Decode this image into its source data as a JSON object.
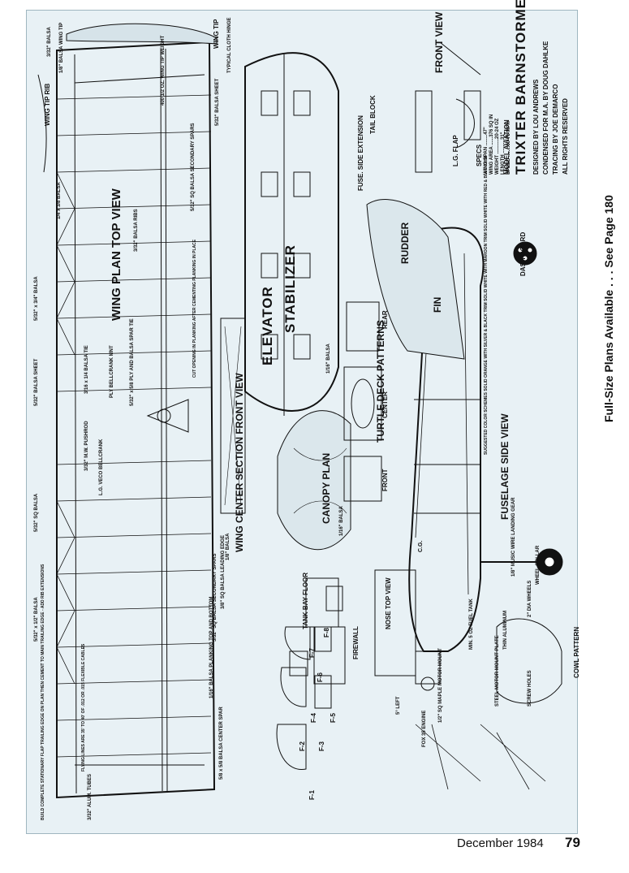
{
  "title_block": {
    "magazine": "MODEL AVIATION",
    "title": "TRIXTER BARNSTORMER",
    "designer": "DESIGNED BY LOU ANDREWS",
    "condensed": "CONDENSED FOR M.A. BY DOUG DAHLKE",
    "tracing": "TRACING BY JOE DEMARCO",
    "rights": "ALL RIGHTS RESERVED"
  },
  "specs": {
    "heading": "SPECS",
    "lines": [
      "WING SPAN ........47\"",
      "WING AREA ......376 SQ IN",
      "WEIGHT ...........20-24 OZ",
      "LENGTH ..........31\"",
      "SPEED ........60-75 MPH"
    ]
  },
  "banner": "Full-Size Plans Available . . . See Page 180",
  "footer": {
    "date": "December 1984",
    "page": "79"
  },
  "views": {
    "wing_plan": "WING PLAN TOP VIEW",
    "wing_tip": "WING TIP",
    "wing_tip_rib": "WING TIP RIB",
    "elevator": "ELEVATOR",
    "stabilizer": "STABILIZER",
    "rudder": "RUDDER",
    "fin": "FIN",
    "fuselage": "FUSELAGE SIDE VIEW",
    "front_view": "FRONT VIEW",
    "lg_flap": "L.G. FLAP",
    "dash_board": "DASH BOARD",
    "canopy_plan": "CANOPY PLAN",
    "wing_center": "WING CENTER SECTION FRONT VIEW",
    "turtle_deck": "TURTLE DECK PATTERNS",
    "rear": "REAR",
    "center": "CENTER",
    "front": "FRONT",
    "tank_bay": "TANK BAY FLOOR",
    "nose_top": "NOSE TOP VIEW",
    "firewall": "FIREWALL",
    "cowl": "COWL PATTERN",
    "tail_block": "TAIL BLOCK",
    "fuse_side_ext": "FUSE. SIDE EXTENSION"
  },
  "notes": {
    "n1": "1/8\" BALSA WING TIP",
    "n2": "3/32\" BALSA",
    "n3": "1/4 x 3/8 BALSA",
    "n4": "5/32\" x 3/4\" BALSA",
    "n5": "5/32\" BALSA SHEET",
    "n6": "5/32\" SQ BALSA",
    "n7": "5/32\" x 1/2\" BALSA",
    "n8": "3/32\" ALUM. TUBES",
    "n9": "BUILD COMPLETE STATIONARY FLAP TRAILING EDGE ON PLAN THEN CEMENT TO MAIN TRAILING EDGE - ADD RIB EXTENSIONS",
    "n10": "FLYING LINES ARE 35' TO 40' OF .012 OR .015 FLEXIBLE CABLES",
    "n11": "5/8 x 5/8 BALSA CENTER SPAR",
    "n12": "1/16\" BALSA PLANKING TOP AND BOTTOM",
    "n13": "5/32\" SQ BALSA SECONDARY SPARS",
    "n14": "3/8\" SQ BALSA LEADING EDGE",
    "n15": "L.G. VECO BELLCRANK",
    "n16": "3/32\" M.W. PUSHROD",
    "n17": "PLY BELLCRANK MNT",
    "n18": "3/16 x 1/4 BALSA TIE",
    "n19": "5/32\" x 5/8 PLY AND BALSA SPAR TIE",
    "n20": "CUT OPENING IN PLANKING AFTER CEMENTING PLANKING IN PLACE",
    "n21": "400 1/2 OZ. WING TIP WEIGHT",
    "n22": "3/32\" BALSA RIBS",
    "n23": "5/32\" SQ BALSA SECONDARY SPARS",
    "n24": "5/32\" BALSA SHEET",
    "n25": "TYPICAL CLOTH HINGE",
    "n26": "1/16\" BALSA",
    "n27": "1/8\" BALSA",
    "n28": "1/16\" BALSA",
    "n29": "2\" DIA WHEELS",
    "n30": "WHEEL COLLAR",
    "n31": "1/8\" MUSIC WIRE LANDING GEAR",
    "n32": "SUGGESTED COLOR SCHEMES SOLID ORANGE WITH SILVER & BLACK TRIM SOLID WHITE WITH MAROON TRIM SOLID WHITE WITH RED & BLUE TRIM",
    "n33": "FOX 35 ENGINE",
    "n34": "5° LEFT",
    "n35": "1/2\" SQ MAPLE MOTOR MOUNT",
    "n36": "MIN. 5 OZ FUEL TANK",
    "n37": "THIN ALUMINUM",
    "n38": "SCREW HOLES",
    "n39": "STEEL MOTOR MOUNT PLATE",
    "n40": "C.G."
  },
  "formers": [
    "F-1",
    "F-2",
    "F-3",
    "F-4",
    "F-5",
    "F-6",
    "F-7",
    "F-8"
  ],
  "colors": {
    "paper": "#e8f1f5",
    "ink": "#111111"
  }
}
